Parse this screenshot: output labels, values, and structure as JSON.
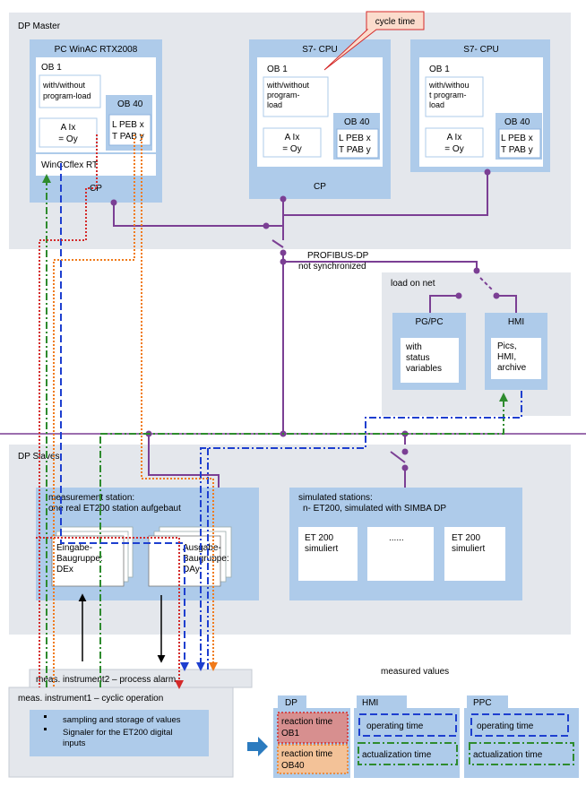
{
  "regions": {
    "dp_master": "DP Master",
    "dp_slaves": "DP Slaves:",
    "load_on_net": "load on net"
  },
  "master": {
    "pc_title": "PC WinAC RTX2008",
    "pc_ob1": "OB 1",
    "pc_ob1_text": [
      "with/without",
      "program-load"
    ],
    "pc_alx": [
      "A Ix",
      "= Oy"
    ],
    "pc_ob40": "OB 40",
    "pc_peb": [
      "L PEB x",
      "T PAB y"
    ],
    "wincc": "WinCCflex RT",
    "pc_cp": "CP",
    "cpu1_title": "S7- CPU",
    "cpu1_ob1": "OB 1",
    "cpu1_ob1_text": [
      "with/without",
      "program-",
      "load"
    ],
    "cpu1_alx": [
      "A Ix",
      "= Oy"
    ],
    "cpu1_ob40": "OB 40",
    "cpu1_peb": [
      "L PEB x",
      "T PAB y"
    ],
    "cpu1_cp": "CP",
    "cpu2_title": "S7- CPU",
    "cpu2_ob1": "OB 1",
    "cpu2_ob1_text": [
      "with/withou",
      "t program-",
      "load"
    ],
    "cpu2_alx": [
      "A Ix",
      "= Oy"
    ],
    "cpu2_ob40": "OB 40",
    "cpu2_peb": [
      "L PEB x",
      "T PAB y"
    ]
  },
  "callout": "cycle time",
  "profibus": [
    "PROFIBUS-DP",
    "not synchronized"
  ],
  "net": {
    "pgpc_title": "PG/PC",
    "pgpc_text": [
      "with",
      "status",
      "variables"
    ],
    "hmi_title": "HMI",
    "hmi_text": [
      "Pics,",
      "HMI,",
      "archive"
    ]
  },
  "slaves": {
    "measurement_title": [
      "measurement station:",
      "one real ET200  station aufgebaut"
    ],
    "input_group": [
      "Eingabe-",
      "Baugruppe:",
      "DEx"
    ],
    "output_group": [
      "Ausgabe-",
      "Baugruppe:",
      "DAy"
    ],
    "simulated_title": [
      "simulated stations:",
      "n- ET200, simulated with SIMBA DP"
    ],
    "sim1": [
      "ET 200",
      "simuliert"
    ],
    "sim_dots": "......",
    "sim3": [
      "ET 200",
      "simuliert"
    ]
  },
  "instruments": {
    "instrument2": "meas. instrument2 – process alarm",
    "instrument1": "meas. instrument1 – cyclic operation",
    "bullets": [
      "sampling and storage of values",
      "Signaler for the ET200 digital",
      "inputs"
    ]
  },
  "measured": {
    "title": "measured values",
    "tabs": [
      "DP",
      "HMI",
      "PPC"
    ],
    "dp_items": [
      [
        "reaction time",
        "OB1"
      ],
      [
        "reaction time",
        "OB40"
      ]
    ],
    "hmi_items": [
      "operating time",
      "actualization time"
    ],
    "ppc_items": [
      "operating time",
      "actualization time"
    ]
  },
  "colors": {
    "bus": "#7b3f94",
    "ob1_line": "#d42a2a",
    "ob40_line": "#f07a1a",
    "hmi_line": "#1e3fcf",
    "actual_line": "#2e8b2e",
    "arrow": "#2b7bbf"
  }
}
